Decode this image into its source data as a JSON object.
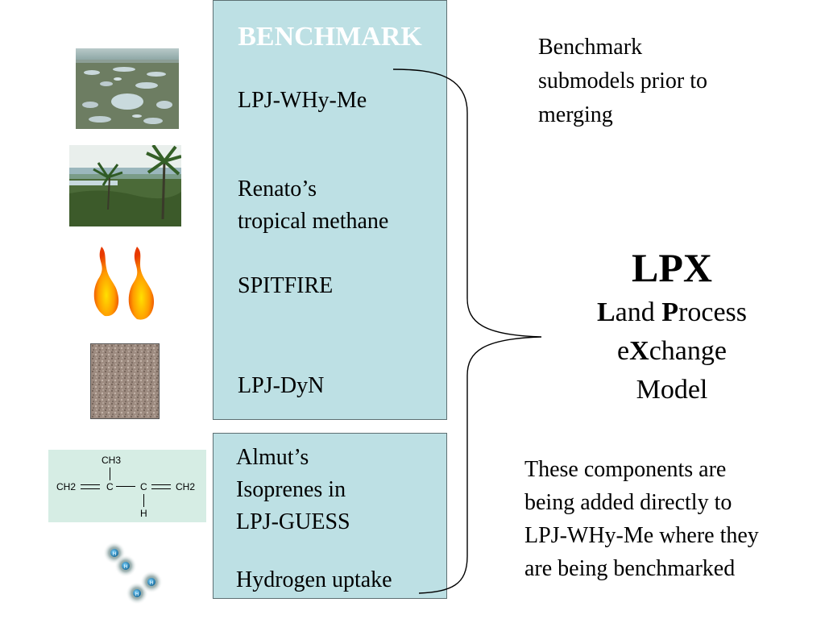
{
  "benchmark_panel": {
    "title": "BENCHMARK",
    "items": [
      "LPJ-WHy-Me",
      "Renato’s\ntropical methane",
      "SPITFIRE",
      "LPJ-DyN"
    ]
  },
  "added_panel": {
    "items": [
      "Almut’s\nIsoprenes in\nLPJ-GUESS",
      "Hydrogen uptake"
    ]
  },
  "note_top": "Benchmark\nsubmodels prior to\nmerging",
  "lpx": {
    "title": "LPX",
    "line1": {
      "p1": "L",
      "p2": "and ",
      "p3": "P",
      "p4": "rocess"
    },
    "line2": {
      "p1": "e",
      "p2": "X",
      "p3": "change"
    },
    "line3": "Model"
  },
  "note_bottom": "These components are\nbeing added directly to\nLPJ-WHy-Me where they\nare being benchmarked",
  "isoprene_formula": {
    "ch3": "CH3",
    "ch2_left": "CH2",
    "c1": "C",
    "c2": "C",
    "ch2_right": "CH2",
    "h": "H"
  },
  "hydrogen_labels": {
    "atom": "H"
  },
  "colors": {
    "panel": "#bde0e4",
    "panel_border": "#5d6f72",
    "flame_outer": "#e83a00",
    "flame_inner": "#ffe000"
  }
}
